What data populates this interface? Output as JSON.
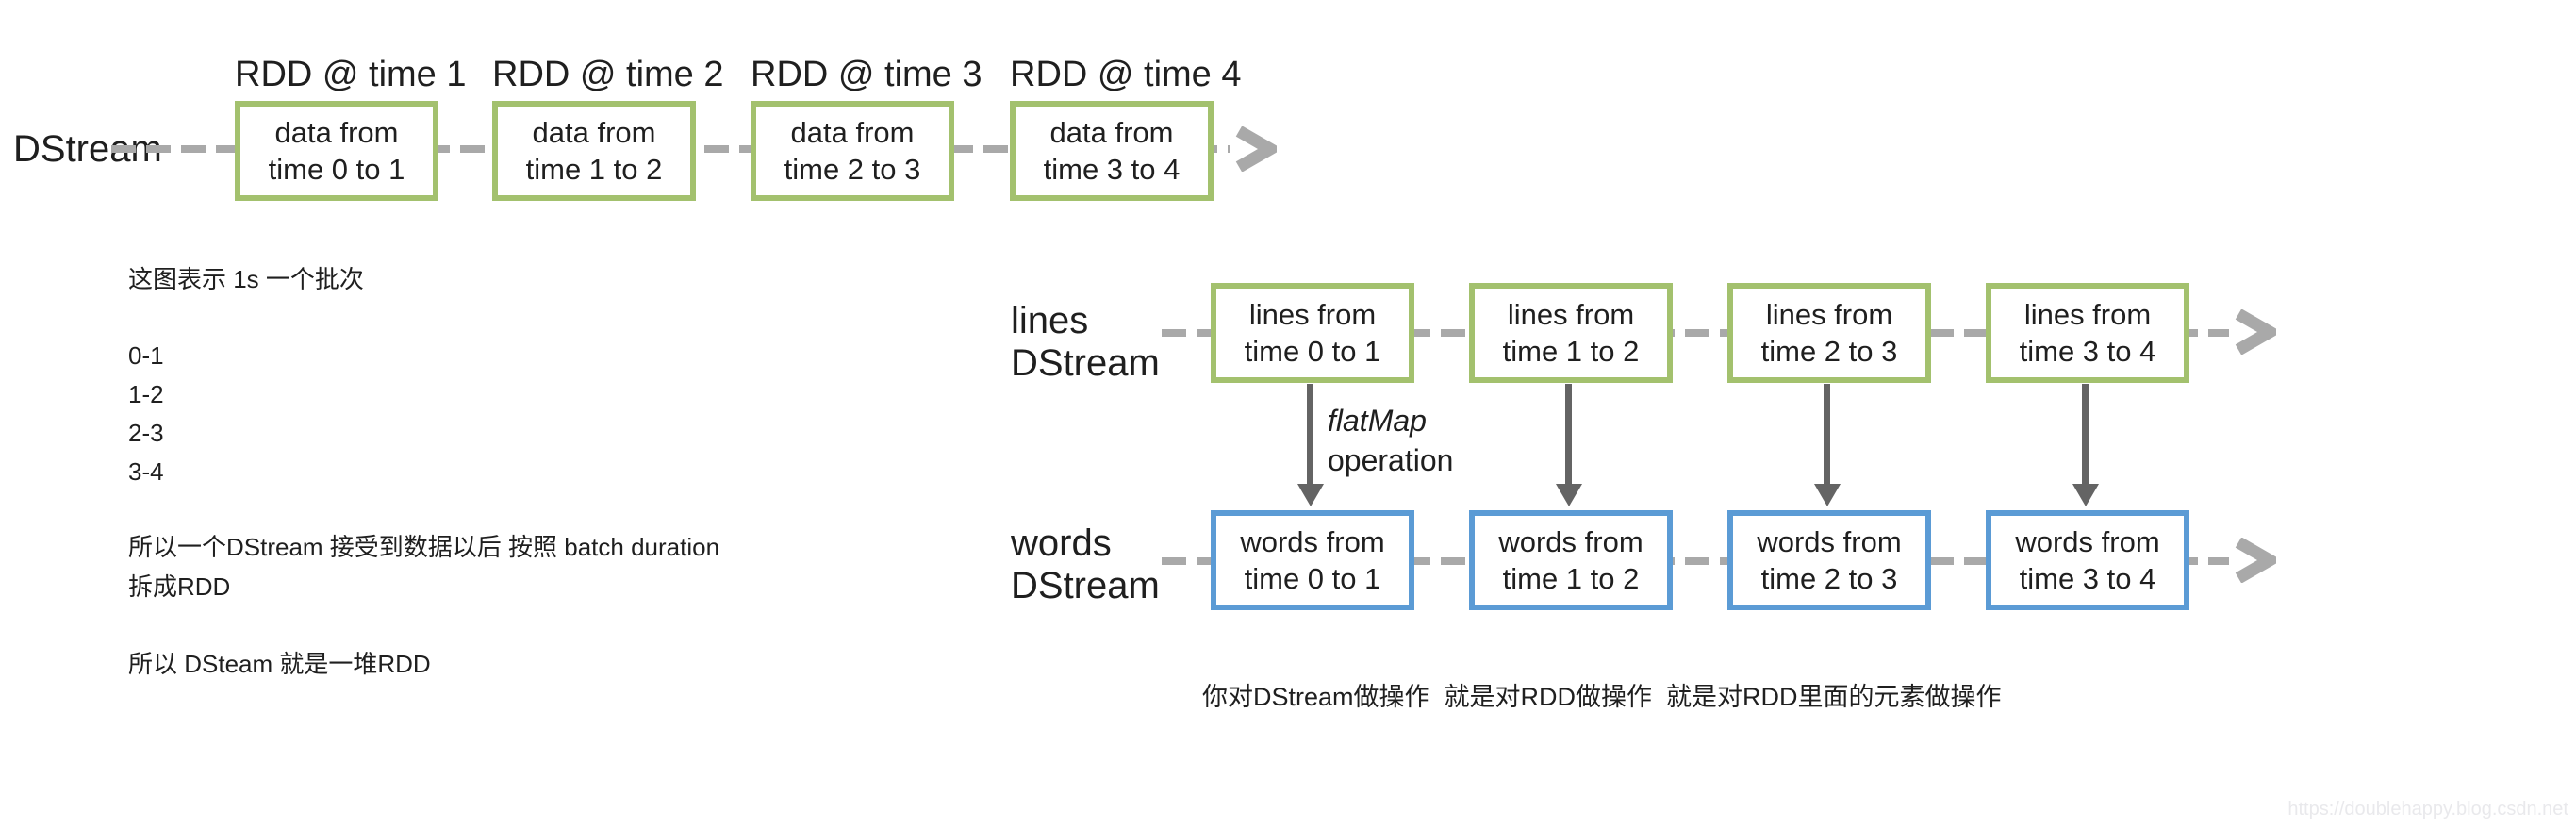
{
  "colors": {
    "box_green_border": "#a3c16e",
    "box_blue_border": "#5b9bd5",
    "dash_gray": "#a9a9a9",
    "arrow_dark": "#646464",
    "text_dark": "#1f1f1f",
    "watermark_gray": "#e9e9ec"
  },
  "rdd_stream": {
    "label": "DStream",
    "headers": [
      "RDD @ time 1",
      "RDD @ time 2",
      "RDD @ time 3",
      "RDD @ time 4"
    ],
    "boxes": [
      {
        "line1": "data from",
        "line2": "time 0 to 1"
      },
      {
        "line1": "data from",
        "line2": "time 1 to 2"
      },
      {
        "line1": "data from",
        "line2": "time 2 to 3"
      },
      {
        "line1": "data from",
        "line2": "time 3 to 4"
      }
    ]
  },
  "left_notes": {
    "batch_note": "这图表示 1s 一个批次",
    "intervals": [
      "0-1",
      "1-2",
      "2-3",
      "3-4"
    ],
    "explain_line1": "所以一个DStream 接受到数据以后 按照 batch duration",
    "explain_line2": "拆成RDD",
    "conclusion": "所以 DSteam 就是一堆RDD"
  },
  "lines_stream": {
    "label_line1": "lines",
    "label_line2": "DStream",
    "boxes": [
      {
        "line1": "lines from",
        "line2": "time 0 to 1"
      },
      {
        "line1": "lines from",
        "line2": "time 1 to 2"
      },
      {
        "line1": "lines from",
        "line2": "time 2 to 3"
      },
      {
        "line1": "lines from",
        "line2": "time 3 to 4"
      }
    ]
  },
  "operation_label": {
    "name": "flatMap",
    "word": "operation"
  },
  "words_stream": {
    "label_line1": "words",
    "label_line2": "DStream",
    "boxes": [
      {
        "line1": "words from",
        "line2": "time 0 to 1"
      },
      {
        "line1": "words from",
        "line2": "time 1 to 2"
      },
      {
        "line1": "words from",
        "line2": "time 2 to 3"
      },
      {
        "line1": "words from",
        "line2": "time 3 to 4"
      }
    ]
  },
  "bottom_note": "你对DStream做操作  就是对RDD做操作  就是对RDD里面的元素做操作",
  "watermark": "https://doublehappy.blog.csdn.net"
}
